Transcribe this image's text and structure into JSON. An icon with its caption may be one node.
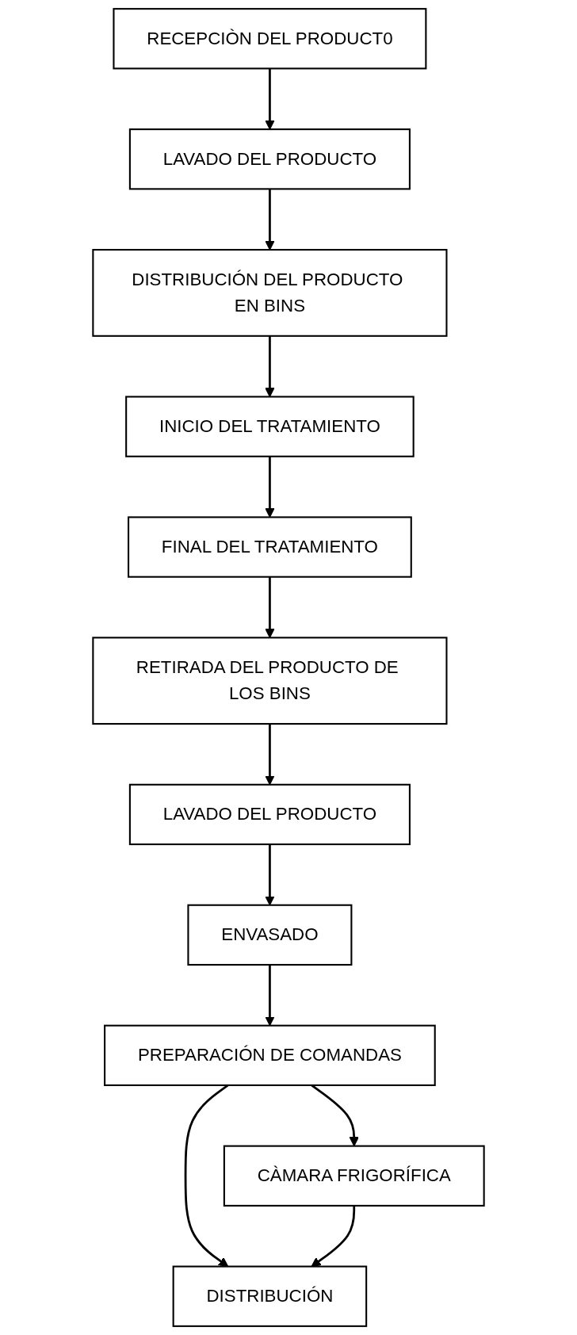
{
  "diagram": {
    "nodes": [
      {
        "text": [
          "RECEPCIÒN DEL PRODUCT0"
        ]
      },
      {
        "text": [
          "LAVADO DEL PRODUCTO"
        ]
      },
      {
        "text": [
          "DISTRIBUCIÓN DEL PRODUCTO EN BINS"
        ]
      },
      {
        "text": [
          "INICIO DEL TRATAMIENTO"
        ]
      },
      {
        "text": [
          "FINAL DEL TRATAMIENTO"
        ]
      },
      {
        "text": [
          "RETIRADA DEL PRODUCTO DE LOS BINS"
        ]
      },
      {
        "text": [
          "LAVADO DEL PRODUCTO"
        ]
      },
      {
        "text": [
          "ENVASADO"
        ]
      },
      {
        "text": [
          "PREPARACIÓN DE COMANDAS"
        ]
      },
      {
        "text": [
          "CÀMARA FRIGORÍFICA"
        ]
      },
      {
        "text": [
          "DISTRIBUCIÓN"
        ]
      }
    ],
    "edges": [
      {
        "from": 0,
        "to": 1,
        "arrow": "to"
      },
      {
        "from": 1,
        "to": 2,
        "arrow": "to"
      },
      {
        "from": 2,
        "to": 3,
        "arrow": "to"
      },
      {
        "from": 3,
        "to": 4,
        "arrow": "to"
      },
      {
        "from": 4,
        "to": 5,
        "arrow": "to"
      },
      {
        "from": 5,
        "to": 6,
        "arrow": "to"
      },
      {
        "from": 6,
        "to": 7,
        "arrow": "to"
      },
      {
        "from": 7,
        "to": 8,
        "arrow": "to"
      },
      {
        "from": 8,
        "to": 9,
        "arrow": "to"
      },
      {
        "from": 8,
        "to": 10,
        "arrow": "to"
      },
      {
        "from": 9,
        "to": 10,
        "arrow": "to"
      }
    ]
  }
}
